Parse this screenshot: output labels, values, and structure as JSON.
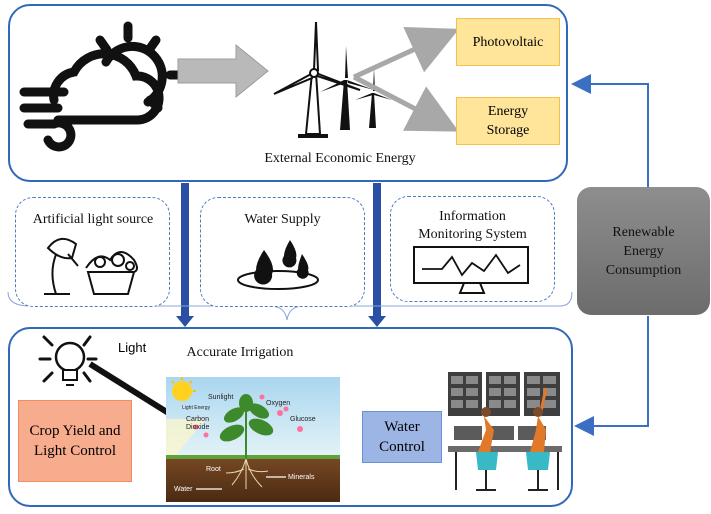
{
  "top_panel": {
    "caption": "External Economic Energy",
    "photovoltaic": "Photovoltaic",
    "energy_storage_line1": "Energy",
    "energy_storage_line2": "Storage"
  },
  "middle": {
    "artificial_light": "Artificial light source",
    "water_supply": "Water Supply",
    "info_line1": "Information",
    "info_line2": "Monitoring System"
  },
  "renewable": {
    "line1": "Renewable",
    "line2": "Energy",
    "line3": "Consumption"
  },
  "bottom_panel": {
    "light_label": "Light",
    "accurate_irrigation": "Accurate Irrigation",
    "crop_line1": "Crop Yield and",
    "crop_line2": "Light Control",
    "water_line1": "Water",
    "water_line2": "Control"
  },
  "photosynthesis": {
    "sunlight": "Sunlight",
    "light_energy": "Light Energy",
    "carbon_dioxide_1": "Carbon",
    "carbon_dioxide_2": "Dioxide",
    "oxygen": "Oxygen",
    "glucose": "Glucose",
    "root": "Root",
    "minerals": "Minerals",
    "water": "Water"
  },
  "colors": {
    "panel_border": "#2e6ab7",
    "yellow_box": "#ffe59a",
    "orange_box": "#f7ad8d",
    "blue_box": "#9db5e4",
    "grey_box": "#7d7d7d"
  }
}
